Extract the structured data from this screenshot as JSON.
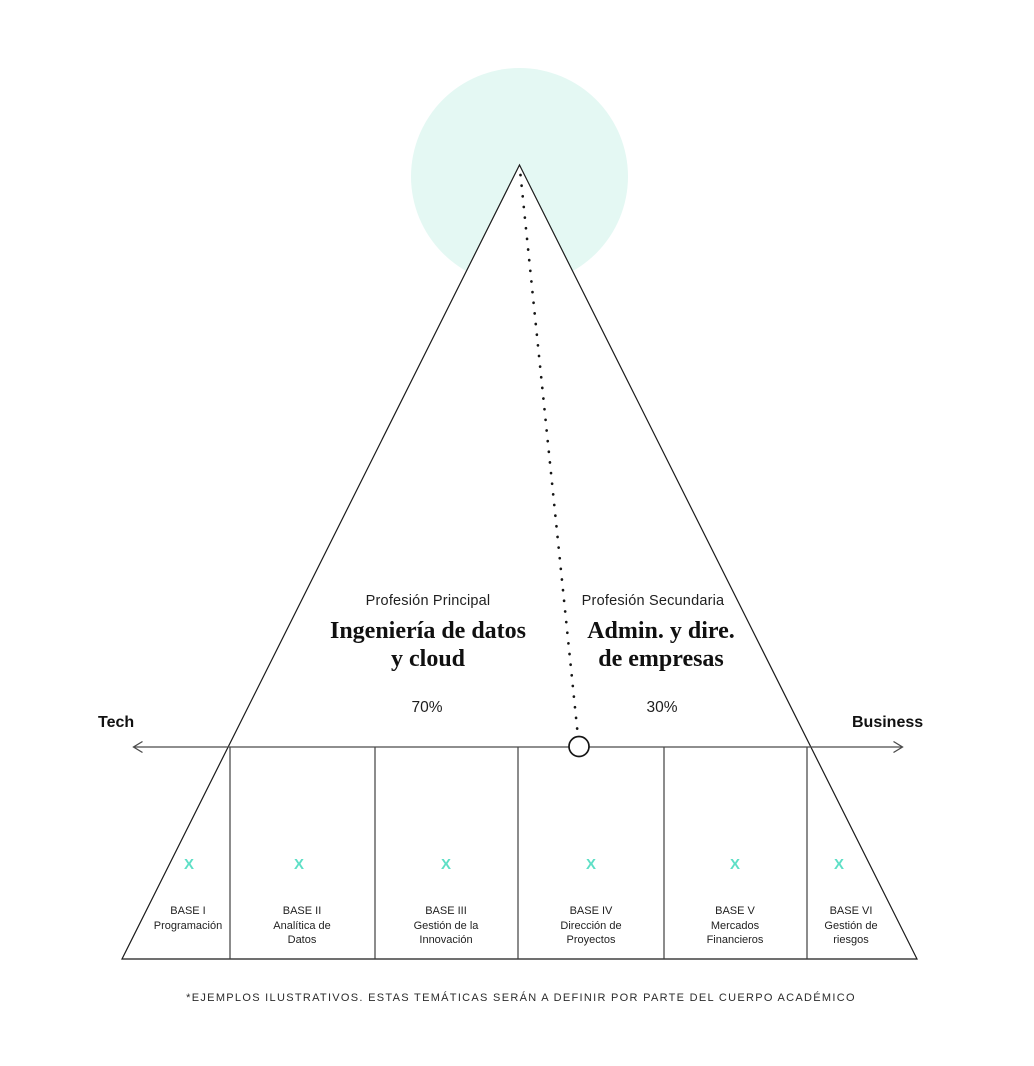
{
  "diagram": {
    "axis": {
      "left_label": "Tech",
      "right_label": "Business"
    },
    "primary_profession": {
      "kicker": "Profesión Principal",
      "title": "Ingeniería de datos\ny cloud",
      "percent": "70%"
    },
    "secondary_profession": {
      "kicker": "Profesión Secundaria",
      "title": "Admin. y dire.\nde empresas",
      "percent": "30%"
    },
    "bases": [
      {
        "mark": "X",
        "title": "BASE I",
        "subtitle": "Programación"
      },
      {
        "mark": "X",
        "title": "BASE II",
        "subtitle": "Analítica de\nDatos"
      },
      {
        "mark": "X",
        "title": "BASE III",
        "subtitle": "Gestión de la\nInnovación"
      },
      {
        "mark": "X",
        "title": "BASE IV",
        "subtitle": "Dirección de\nProyectos"
      },
      {
        "mark": "X",
        "title": "BASE V",
        "subtitle": "Mercados\nFinancieros"
      },
      {
        "mark": "X",
        "title": "BASE VI",
        "subtitle": "Gestión de\nriesgos"
      }
    ],
    "footnote": "*EJEMPLOS ILUSTRATIVOS. ESTAS TEMÁTICAS SERÁN A DEFINIR POR PARTE DEL CUERPO ACADÉMICO",
    "colors": {
      "accent_teal": "#5EDFC6",
      "halo_mint": "#E4F8F3",
      "line_black": "#1b1b1b",
      "axis_gray": "#4a4a4a"
    }
  }
}
